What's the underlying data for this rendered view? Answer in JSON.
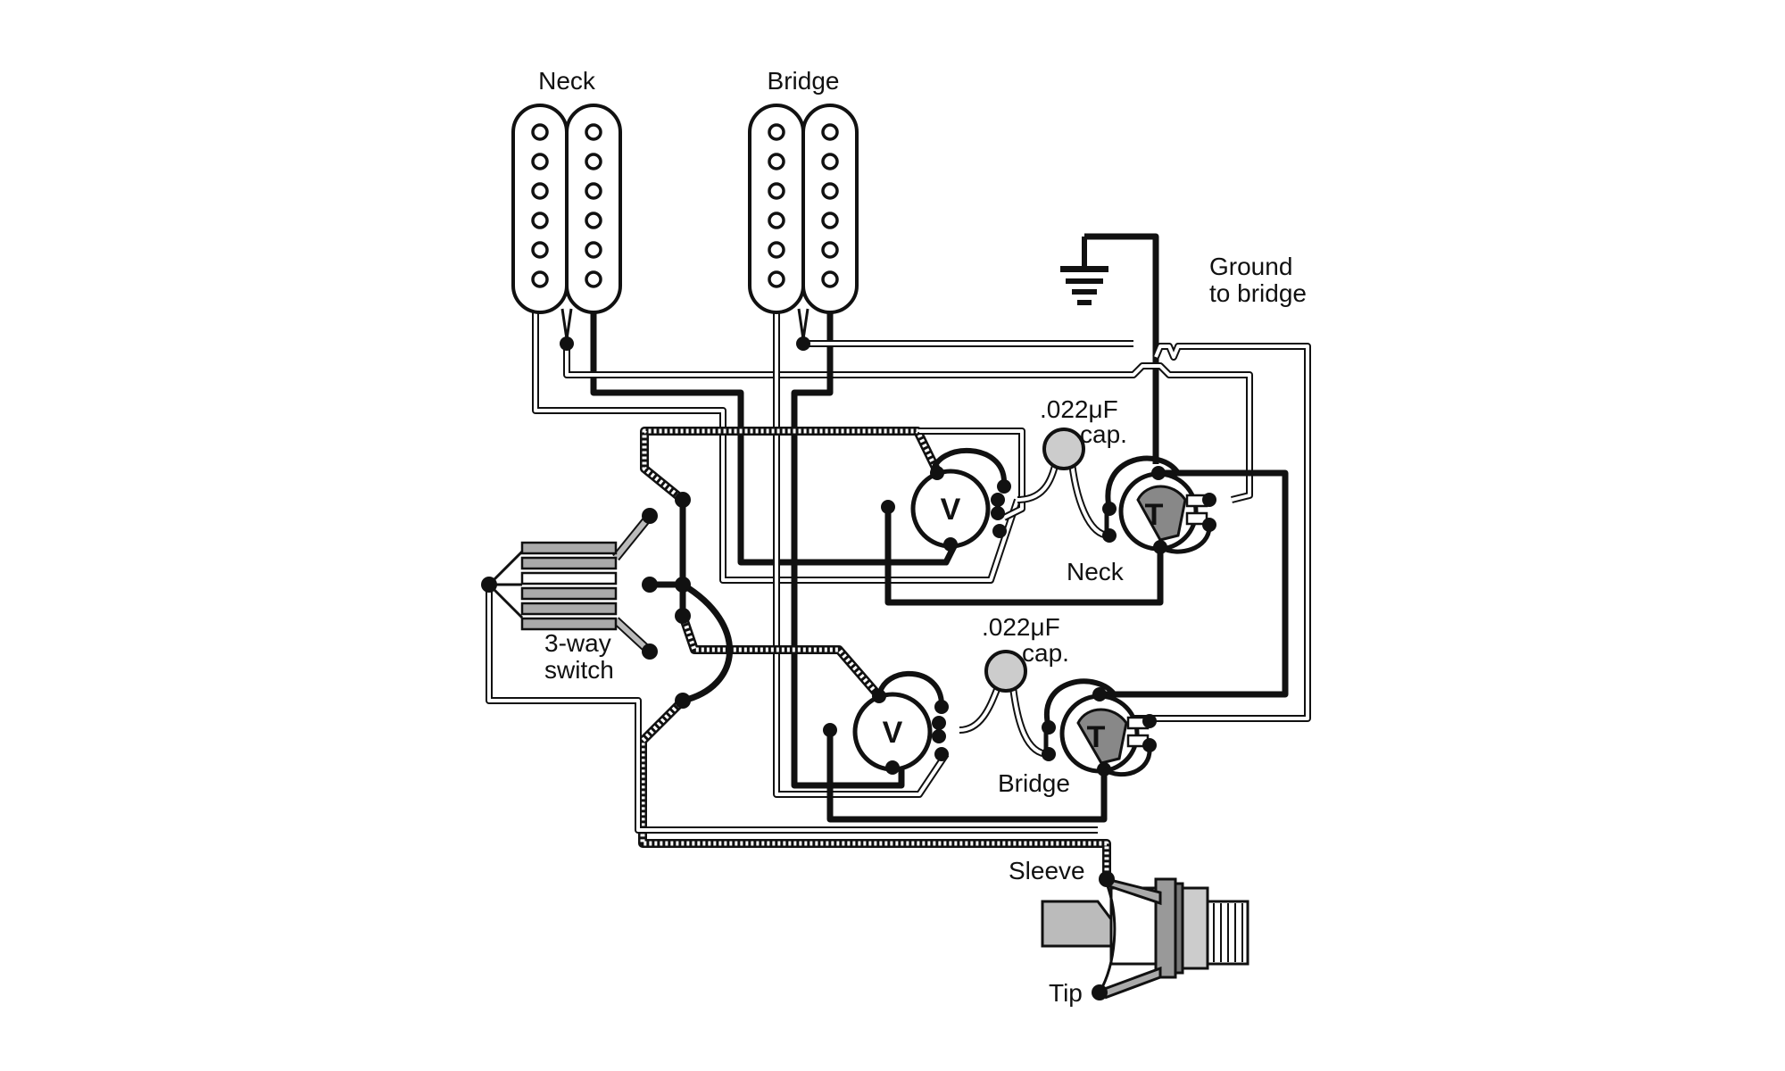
{
  "labels": {
    "neck_pickup": "Neck",
    "bridge_pickup": "Bridge",
    "ground_line1": "Ground",
    "ground_line2": "to bridge",
    "cap_neck_value": ".022μF",
    "cap_neck_word": "cap.",
    "cap_bridge_value": ".022μF",
    "cap_bridge_word": "cap.",
    "neck_controls": "Neck",
    "bridge_controls": "Bridge",
    "switch_line1": "3-way",
    "switch_line2": "switch",
    "sleeve": "Sleeve",
    "tip": "Tip",
    "volume_neck": "V",
    "volume_bridge": "V",
    "tone_neck": "T",
    "tone_bridge": "T"
  }
}
